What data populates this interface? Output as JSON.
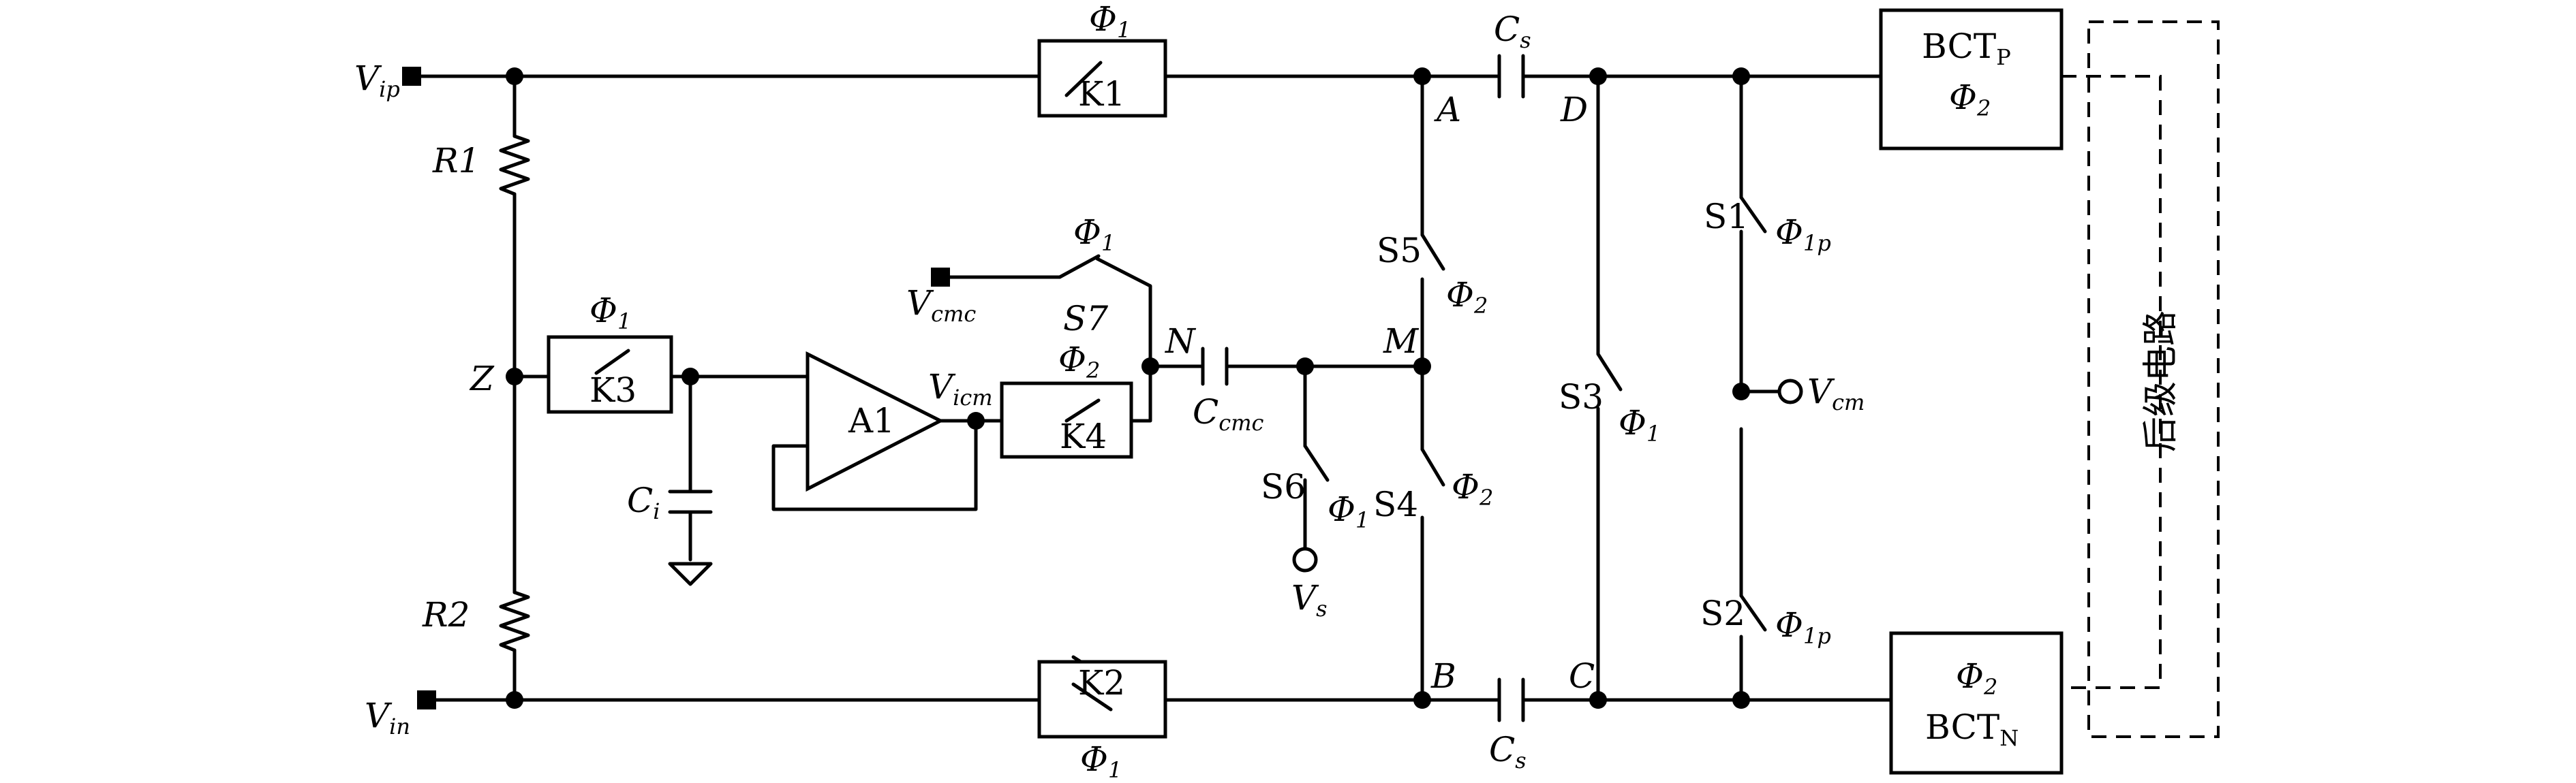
{
  "terminals": {
    "vip": "V",
    "vip_sub": "ip",
    "vin": "V",
    "vin_sub": "in",
    "vcmc": "V",
    "vcmc_sub": "cmc",
    "vs": "V",
    "vs_sub": "s",
    "vcm": "V",
    "vcm_sub": "cm",
    "vicm": "V",
    "vicm_sub": "icm"
  },
  "phases": {
    "phi": "Φ",
    "sub1": "1",
    "sub2": "2",
    "sub1p": "1p"
  },
  "switches": {
    "k1": "K1",
    "k2": "K2",
    "k3": "K3",
    "k4": "K4",
    "s1": "S1",
    "s2": "S2",
    "s3": "S3",
    "s4": "S4",
    "s5": "S5",
    "s6": "S6",
    "s7": "S7"
  },
  "components": {
    "r1": "R1",
    "r2": "R2",
    "amp": "A1",
    "c": "C",
    "cs_sub": "s",
    "ci_sub": "i",
    "ccmc_sub": "cmc",
    "bct": "BCT",
    "bct_p_sub": "P",
    "bct_n_sub": "N"
  },
  "nodes": {
    "a": "A",
    "b": "B",
    "c": "C",
    "d": "D",
    "m": "M",
    "n": "N",
    "z": "Z"
  },
  "backend": {
    "label": "后级电路"
  }
}
